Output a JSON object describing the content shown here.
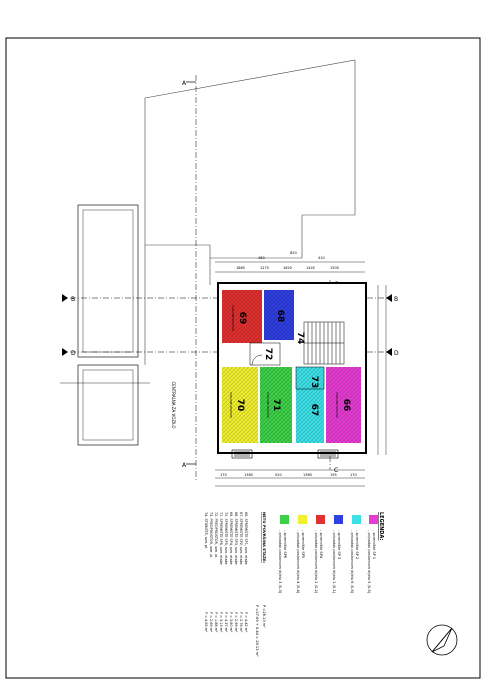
{
  "plan": {
    "sections": {
      "a": "A",
      "b": "B",
      "c": "C",
      "d": "D"
    },
    "corridor_label": "CENTRALNA ZA VOZILO",
    "room_numbers": {
      "r69": "69",
      "r68": "68",
      "r72": "72",
      "r74": "74",
      "r70": "70",
      "r71": "71",
      "r73": "73",
      "r67": "67",
      "r66": "66"
    },
    "small_room_text": "POSLOVNI PROSTOR",
    "dims_top": [
      "1865",
      "1275",
      "1620",
      "1445",
      "1505"
    ],
    "dims_bottom": [
      "170",
      "1360",
      "520",
      "1360",
      "195",
      "170"
    ],
    "dims_right": [
      "460",
      "410",
      "820"
    ]
  },
  "legend": {
    "title": "LEGENDA:",
    "items": [
      {
        "color": "#e63cd3",
        "line1": "- spremište SP 1",
        "line2": "- pripadak poslovnom dijelu 5 (S-5)"
      },
      {
        "color": "#3ee0e8",
        "line1": "- spremište SP 2",
        "line2": "- pripadak poslovnom dijelu 6 (S-6)"
      },
      {
        "color": "#2f3fe0",
        "line1": "- spremište SP 3",
        "line2": "- pripadak poslovnom dijelu 1 (S-1)"
      },
      {
        "color": "#e03030",
        "line1": "- spremište SP4",
        "line2": "- pripadak poslovnom dijelu 2 (S-2)"
      },
      {
        "color": "#f0f030",
        "line1": "- spremište SP5",
        "line2": "- pripadak poslovnom dijelu 4 (S-4)"
      },
      {
        "color": "#3ed048",
        "line1": "- spremište SP6",
        "line2": "- pripadak poslovnom dijelu 3 (S-3)"
      }
    ],
    "area_title": "NETO POVRŠINA ETAŽE:",
    "area_total": "P =28.13 m²",
    "area_note": "P =27.69 + 0.44 = 28.13 m²",
    "rows": [
      {
        "label": "66. SPREMIŠTE SP1, ozn. etaže",
        "value": "P = 4.42 m²"
      },
      {
        "label": "67. SPREMIŠTE SP2, ozn. etaže",
        "value": "P = 2.76 m²"
      },
      {
        "label": "68. SPREMIŠTE SP3, ozn. etaže",
        "value": "P = 2.99 m²"
      },
      {
        "label": "69. SPREMIŠTE SP4, ozn. etaže",
        "value": "P = 3.80 m²"
      },
      {
        "label": "70. SPREMIŠTE SP5, ozn. etaže",
        "value": "P = 4.37 m²"
      },
      {
        "label": "71. SPREMIŠTE SP6, ozn. etaže",
        "value": "P = 3.13 m²"
      },
      {
        "label": "72. PREDPROSTOR, ozn. pl.",
        "value": "P = 1.88 m²"
      },
      {
        "label": "73. PREDPROSTOR, ozn. pl.",
        "value": "P = 2.69 m²"
      },
      {
        "label": "74. STUBIŠTE, ozn. pl.",
        "value": "P = 4.65 m²"
      }
    ]
  }
}
